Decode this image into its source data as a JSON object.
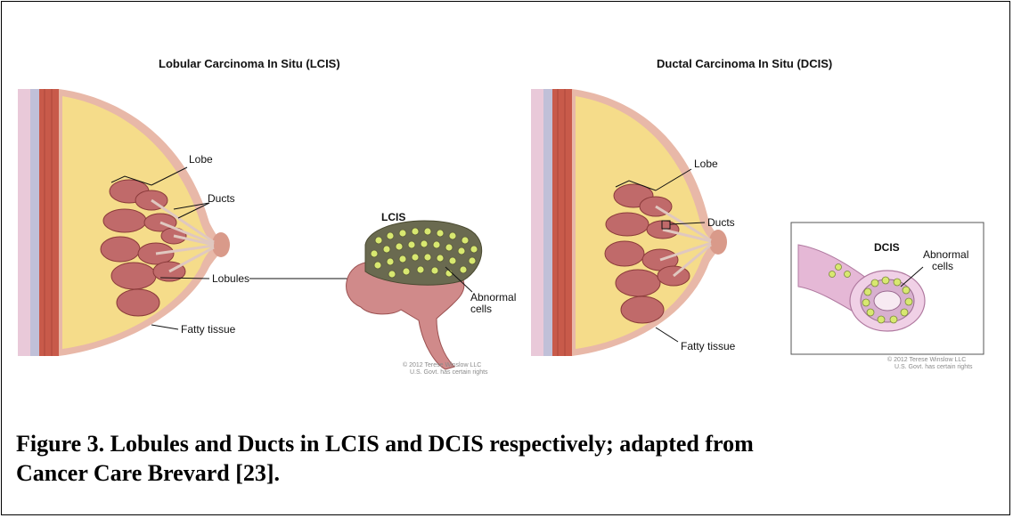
{
  "left_panel": {
    "title": "Lobular Carcinoma In Situ (LCIS)",
    "labels": {
      "lobe": "Lobe",
      "ducts": "Ducts",
      "lobules": "Lobules",
      "fatty_tissue": "Fatty tissue",
      "inset_title": "LCIS",
      "abnormal_line1": "Abnormal",
      "abnormal_line2": "cells"
    },
    "credit_line1": "© 2012 Terese Winslow LLC",
    "credit_line2": "U.S. Govt. has certain rights"
  },
  "right_panel": {
    "title": "Ductal Carcinoma In Situ (DCIS)",
    "labels": {
      "lobe": "Lobe",
      "ducts": "Ducts",
      "fatty_tissue": "Fatty tissue",
      "inset_title": "DCIS",
      "abnormal_line1": "Abnormal",
      "abnormal_line2": "cells"
    },
    "credit_line1": "© 2012 Terese Winslow LLC",
    "credit_line2": "U.S. Govt. has certain rights"
  },
  "caption": {
    "line1": "Figure 3. Lobules and Ducts in LCIS and DCIS respectively; adapted from",
    "line2": "Cancer Care Brevard [23]."
  },
  "colors": {
    "fat": "#f5dc8a",
    "skin": "#e8b8a8",
    "muscle": "#c85a4a",
    "lobule": "#c06a6a",
    "cell": "#d8e870",
    "duct_wall": "#d9a7c9"
  }
}
